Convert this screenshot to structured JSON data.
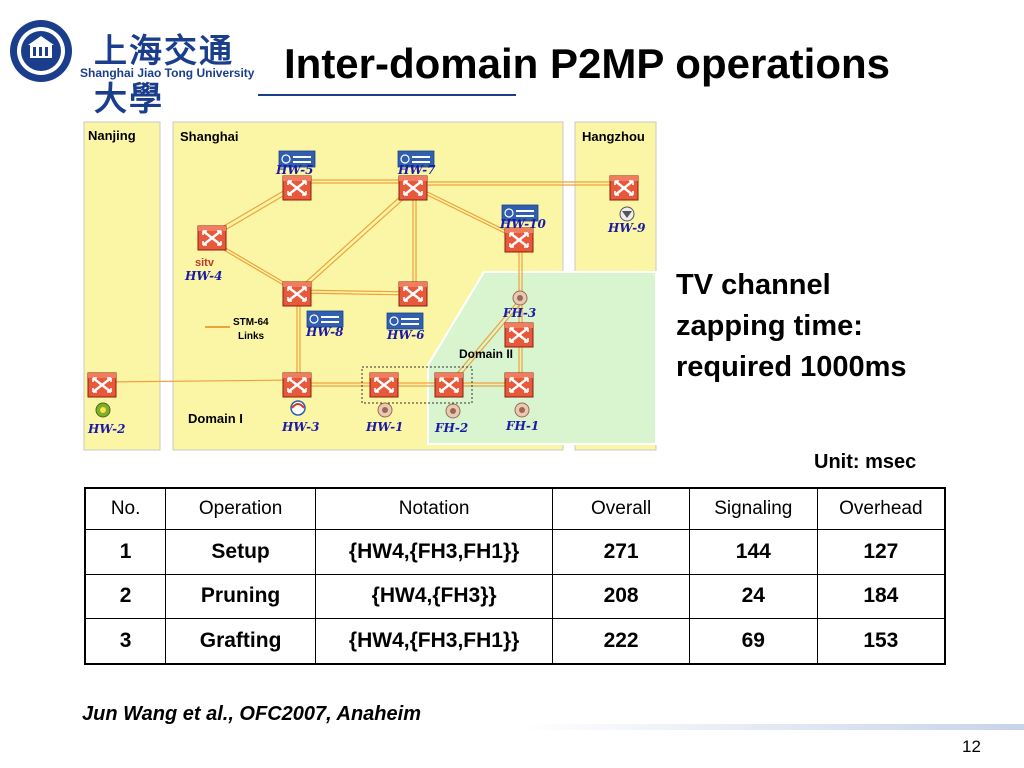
{
  "logo": {
    "name_cn": "上海交通大學",
    "name_en": "Shanghai Jiao Tong University"
  },
  "title": "Inter-domain P2MP operations",
  "diagram": {
    "regions": {
      "nanjing": "Nanjing",
      "shanghai": "Shanghai",
      "hangzhou": "Hangzhou",
      "domain1": "Domain I",
      "domain2": "Domain II"
    },
    "legend": {
      "line1": "STM-64",
      "line2": "Links"
    },
    "nodes": {
      "hw5": "HW-5",
      "hw7": "HW-7",
      "hw10": "HW-10",
      "hw9": "HW-9",
      "hw4": "HW-4",
      "hw8": "HW-8",
      "hw6": "HW-6",
      "hw2": "HW-2",
      "hw3": "HW-3",
      "hw1": "HW-1",
      "fh2": "FH-2",
      "fh1": "FH-1",
      "fh3": "FH-3"
    },
    "logo_texts": {
      "sitv": "sitv"
    },
    "colors": {
      "region_fill": "#fbf6a6",
      "domain2_fill": "#d8f5cf",
      "link": "#f0a23c",
      "router": "#d33a22"
    }
  },
  "side_text": {
    "line1": "TV channel",
    "line2": "zapping time:",
    "line3": "required 1000ms"
  },
  "unit": "Unit: msec",
  "table": {
    "headers": [
      "No.",
      "Operation",
      "Notation",
      "Overall",
      "Signaling",
      "Overhead"
    ],
    "rows": [
      [
        "1",
        "Setup",
        "{HW4,{FH3,FH1}}",
        "271",
        "144",
        "127"
      ],
      [
        "2",
        "Pruning",
        "{HW4,{FH3}}",
        "208",
        "24",
        "184"
      ],
      [
        "3",
        "Grafting",
        "{HW4,{FH3,FH1}}",
        "222",
        "69",
        "153"
      ]
    ]
  },
  "citation": "Jun Wang et al., OFC2007, Anaheim",
  "page_number": "12"
}
